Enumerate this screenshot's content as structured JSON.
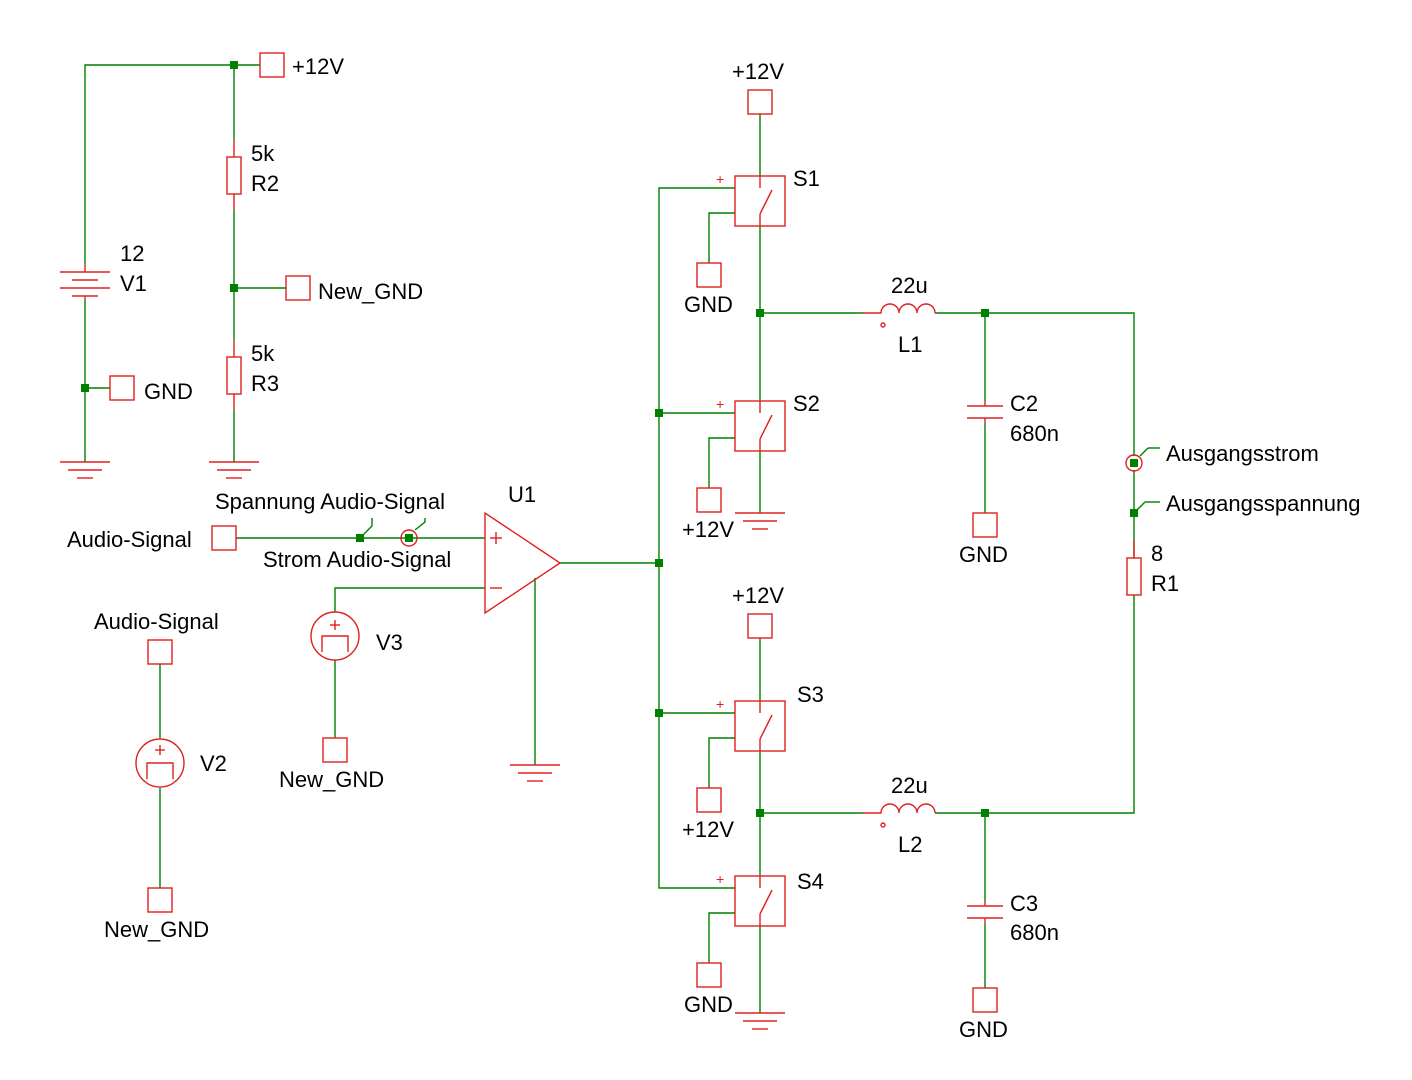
{
  "colors": {
    "wire": "#008000",
    "component": "#e02020",
    "text": "#000000",
    "background": "#ffffff"
  },
  "labels": {
    "top_vcc": "+12V",
    "r2_value": "5k",
    "r2_name": "R2",
    "r3_value": "5k",
    "r3_name": "R3",
    "v1_value": "12",
    "v1_name": "V1",
    "new_gnd_port": "New_GND",
    "gnd_port_left": "GND",
    "spannung_probe": "Spannung Audio-Signal",
    "strom_probe": "Strom Audio-Signal",
    "audio_in": "Audio-Signal",
    "u1_name": "U1",
    "v3_name": "V3",
    "v3_gnd": "New_GND",
    "v2_top": "Audio-Signal",
    "v2_name": "V2",
    "v2_gnd": "New_GND",
    "s1_vcc": "+12V",
    "s1_name": "S1",
    "s1_gnd": "GND",
    "s2_name": "S2",
    "s2_vcc": "+12V",
    "s3_vcc": "+12V",
    "s3_name": "S3",
    "s3_vcc_ctrl": "+12V",
    "s4_name": "S4",
    "s4_gnd": "GND",
    "l1_value": "22u",
    "l1_name": "L1",
    "l2_value": "22u",
    "l2_name": "L2",
    "c2_name": "C2",
    "c2_value": "680n",
    "c2_gnd": "GND",
    "c3_name": "C3",
    "c3_value": "680n",
    "c3_gnd": "GND",
    "out_current_probe": "Ausgangsstrom",
    "out_voltage_probe": "Ausgangsspannung",
    "r1_value": "8",
    "r1_name": "R1"
  }
}
